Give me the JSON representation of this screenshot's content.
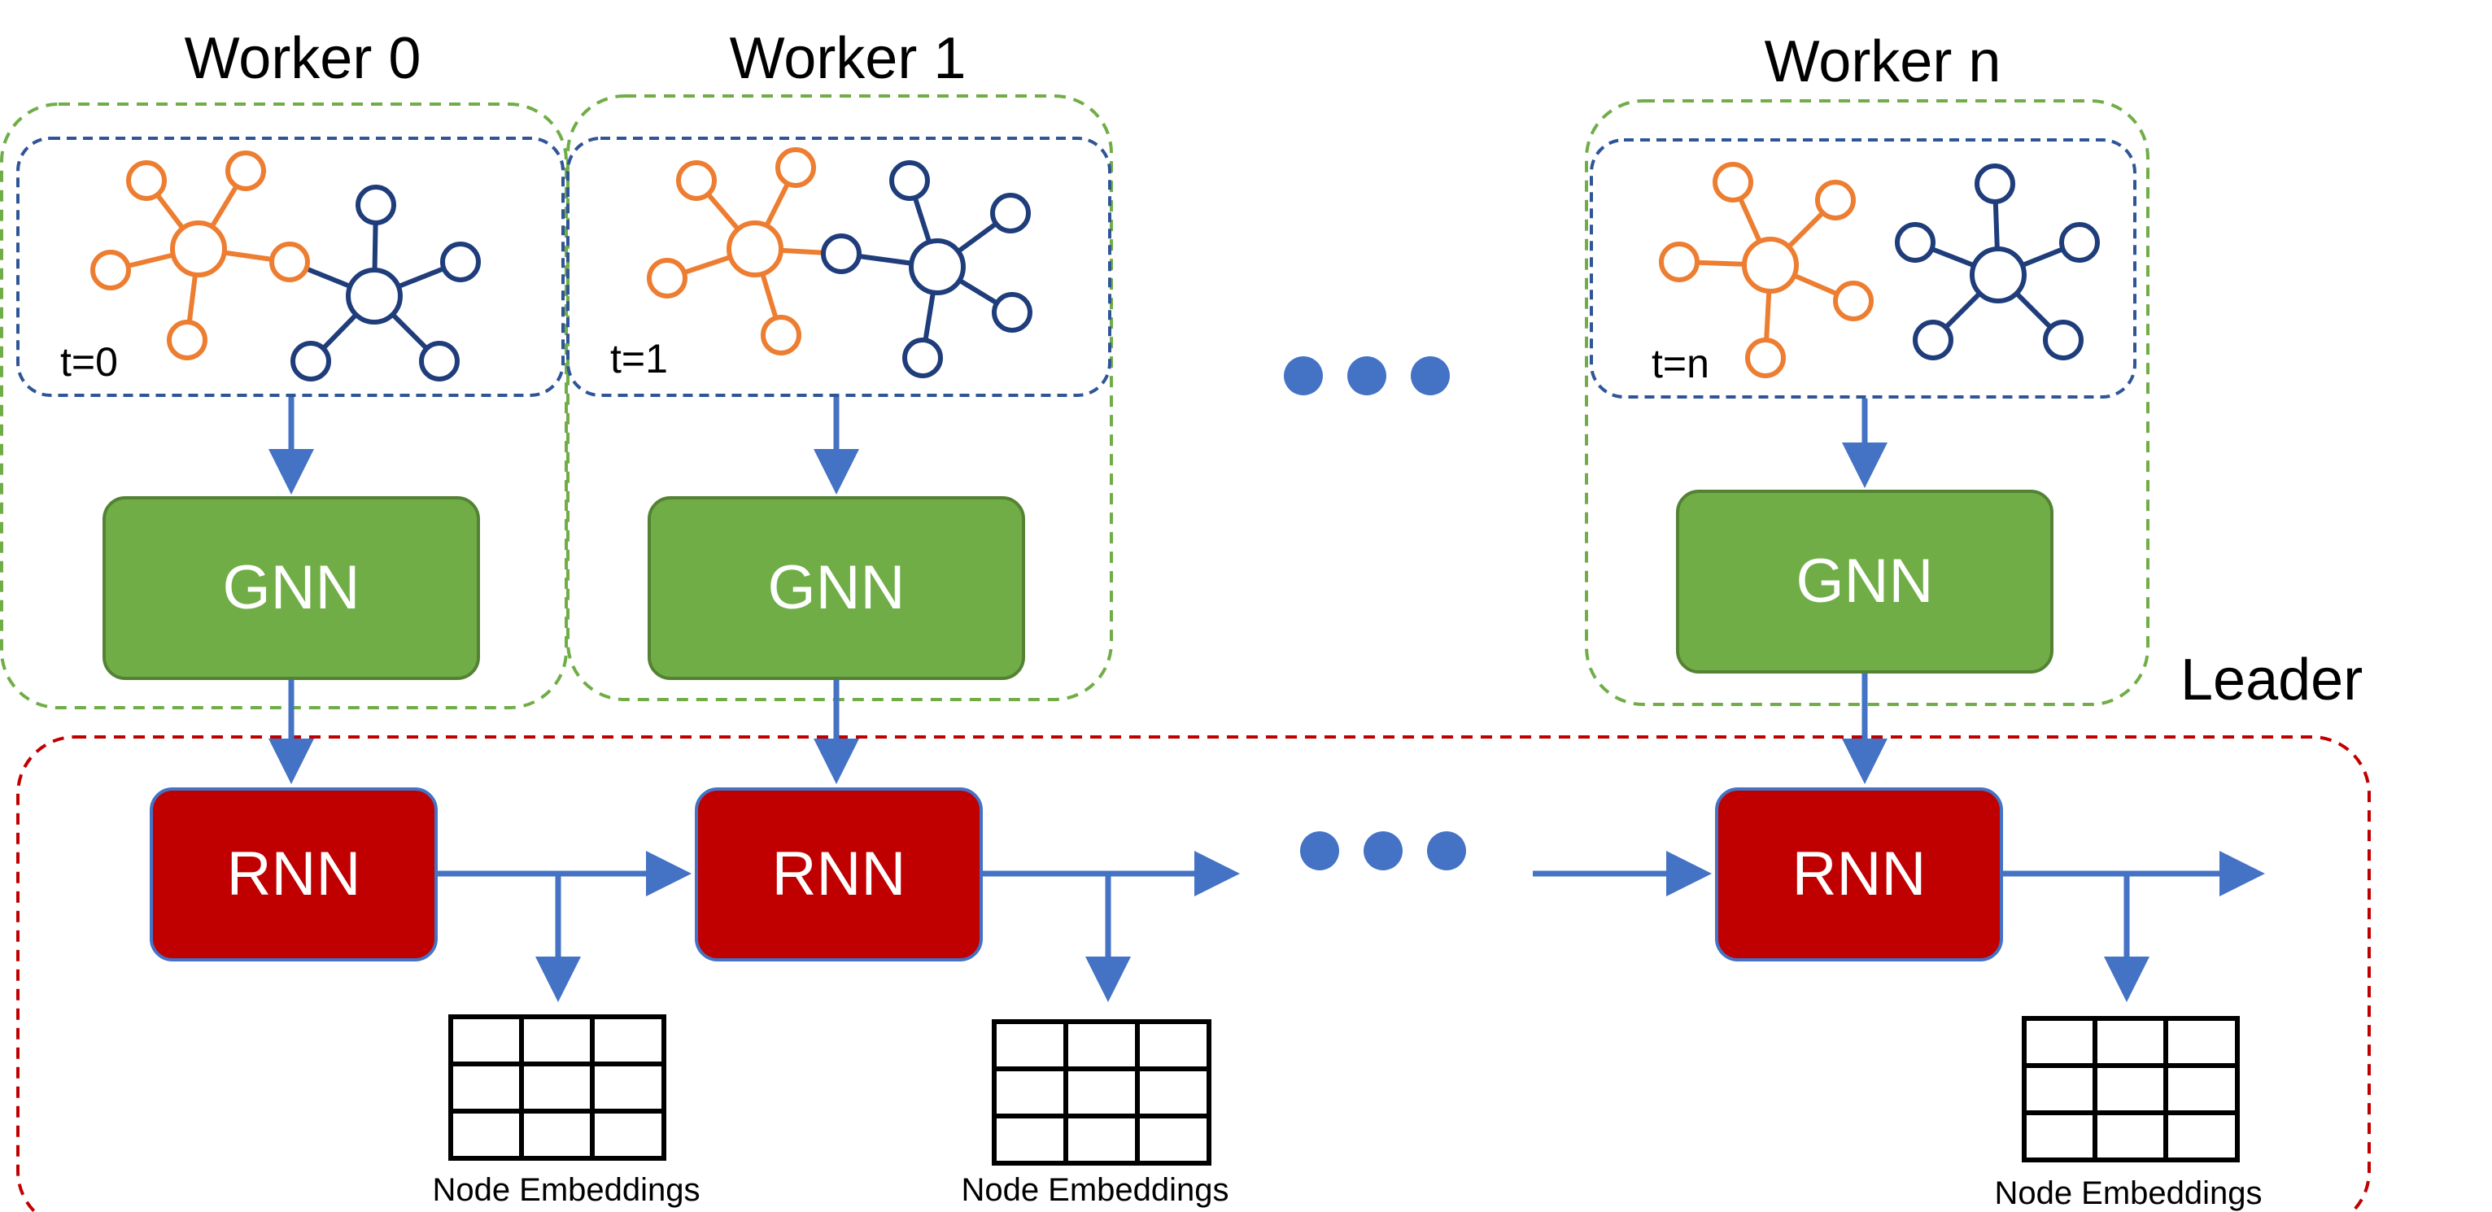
{
  "workers": [
    {
      "title": "Worker 0",
      "time_label": "t=0",
      "gnn_label": "GNN"
    },
    {
      "title": "Worker 1",
      "time_label": "t=1",
      "gnn_label": "GNN"
    },
    {
      "title": "Worker n",
      "time_label": "t=n",
      "gnn_label": "GNN"
    }
  ],
  "leader": {
    "title": "Leader",
    "rnn_labels": [
      "RNN",
      "RNN",
      "RNN"
    ],
    "embedding_labels": [
      "Node Embeddings",
      "Node Embeddings",
      "Node Embeddings"
    ]
  },
  "colors": {
    "worker_border": "#70ad47",
    "graph_border": "#2f5597",
    "leader_border": "#c00000",
    "gnn_fill": "#70ad47",
    "gnn_stroke": "#548235",
    "rnn_fill": "#c00000",
    "rnn_stroke": "#4472c4",
    "arrow": "#4472c4",
    "orange_node": "#ed7d31",
    "blue_node": "#1f3d7a"
  }
}
